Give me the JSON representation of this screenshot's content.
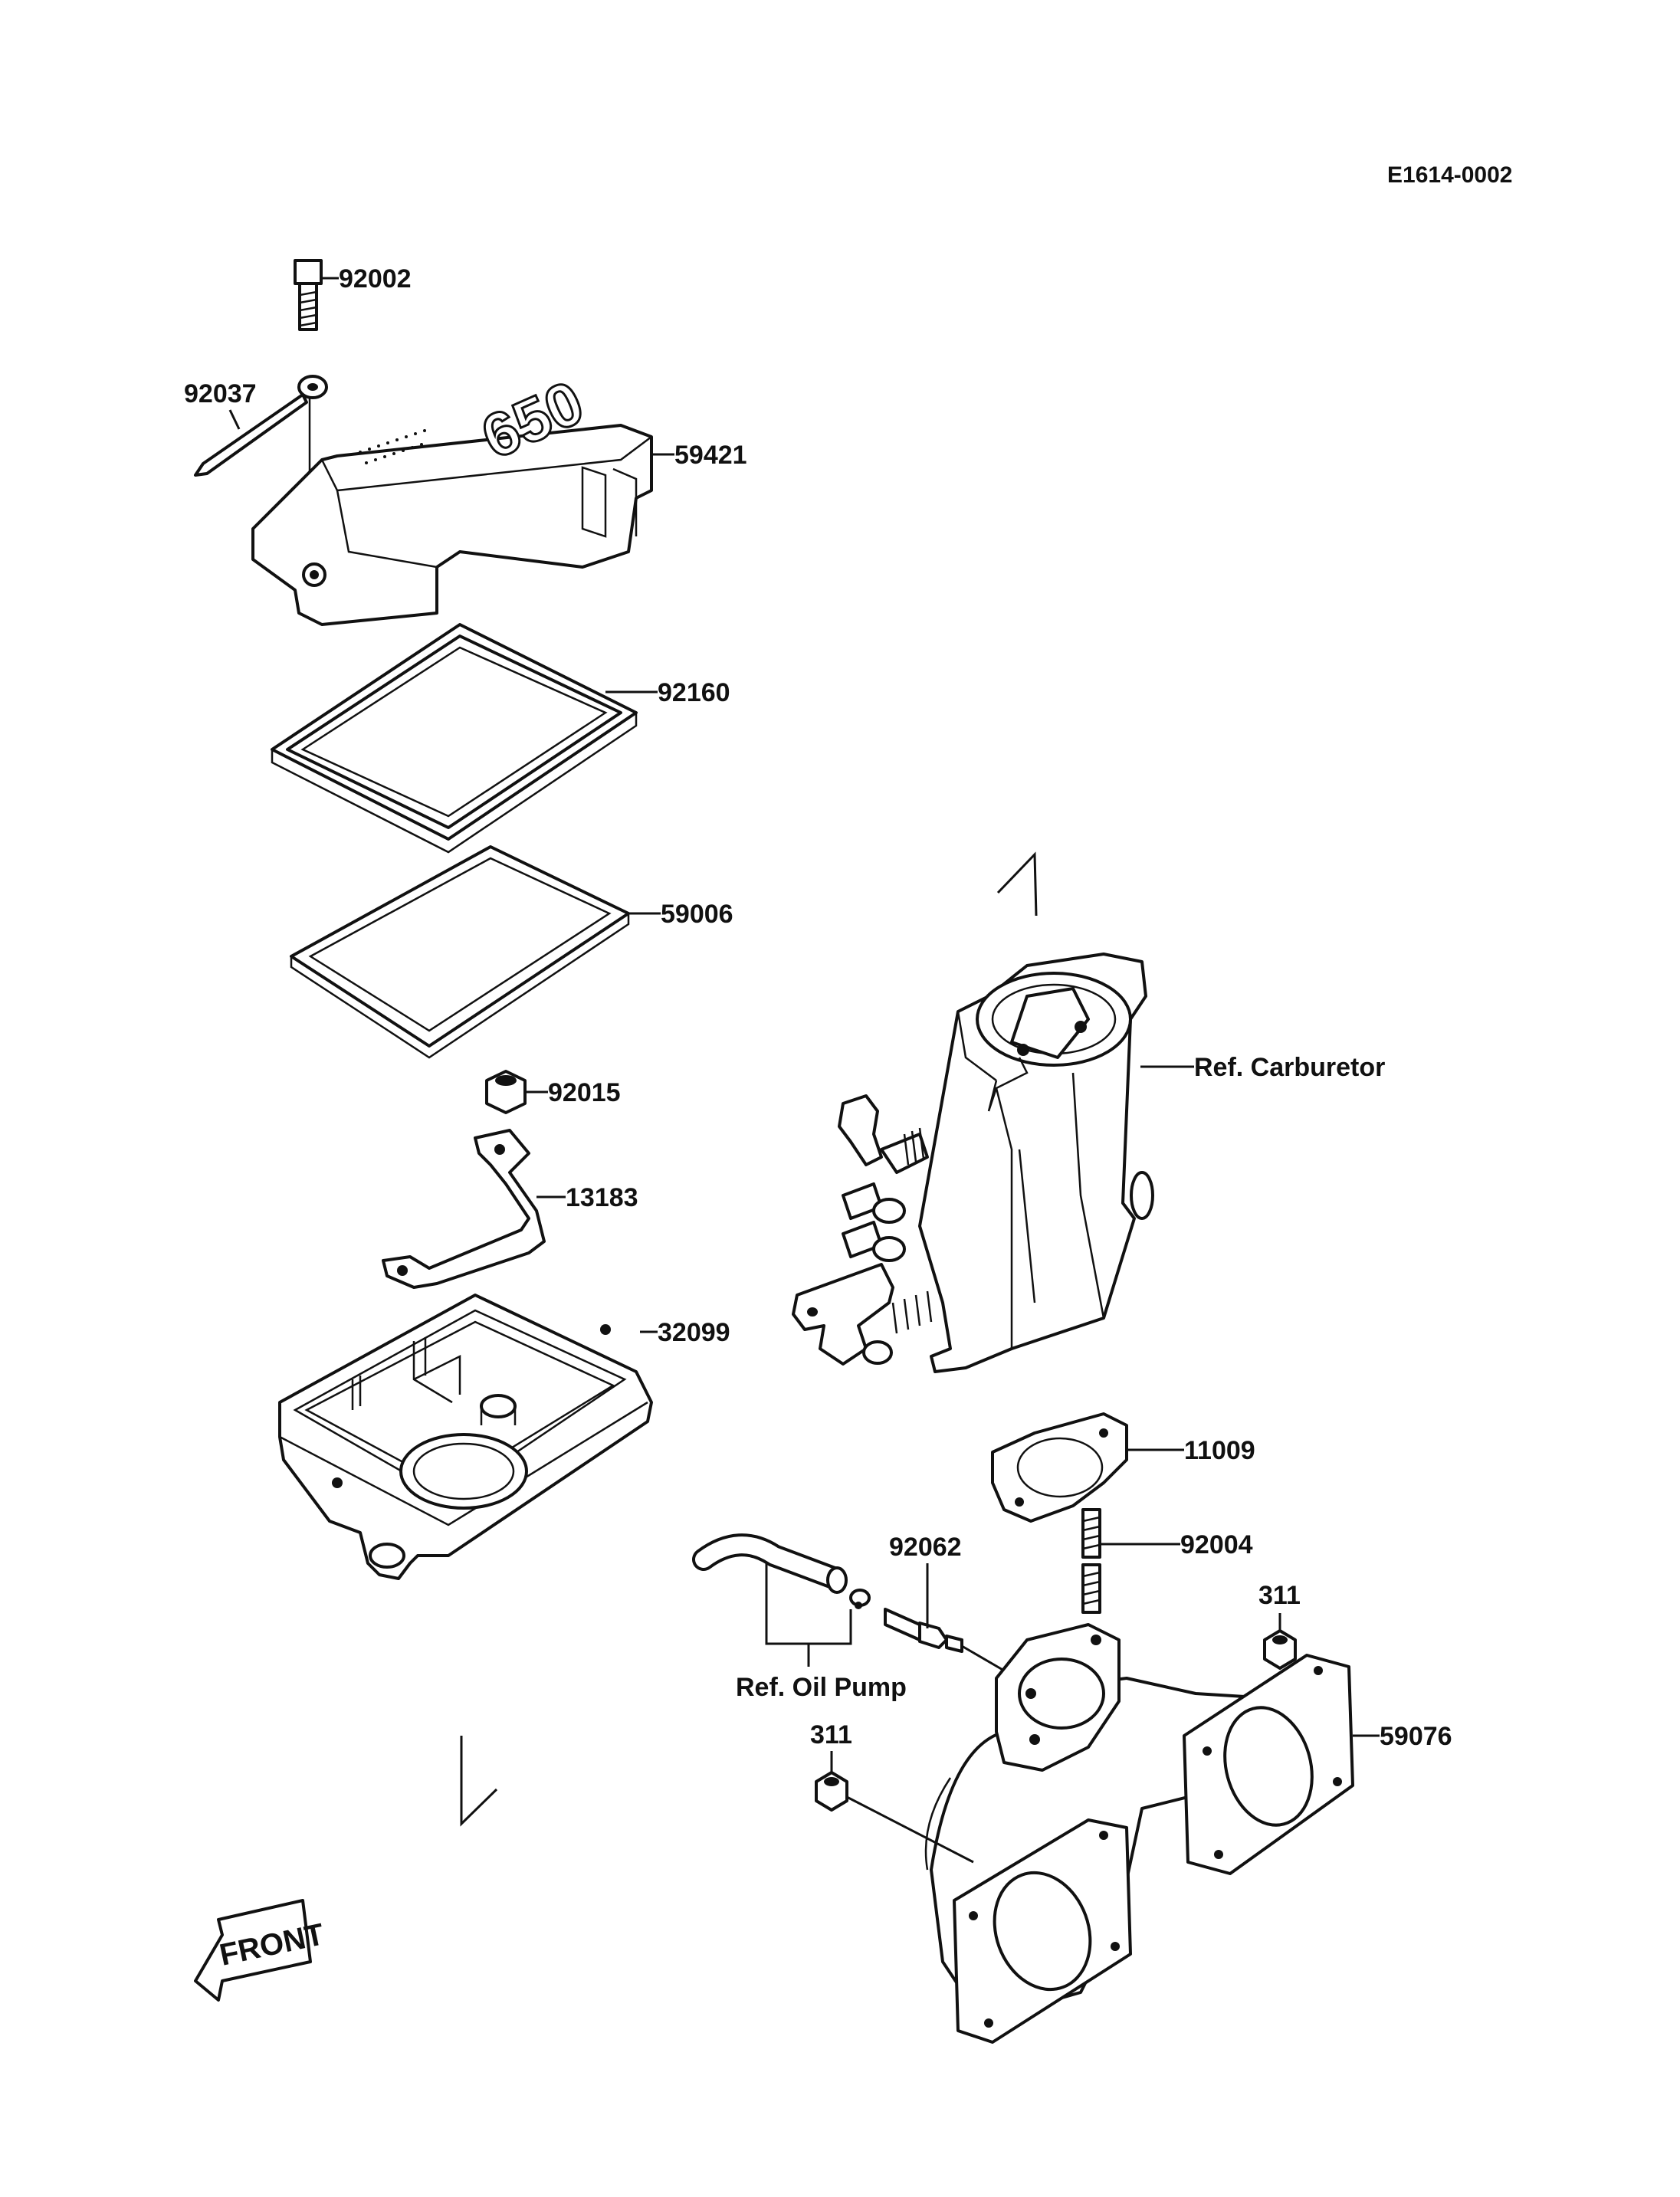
{
  "diagram_code": "E1614-0002",
  "labels": {
    "p92002": "92002",
    "p92037": "92037",
    "p59421": "59421",
    "p92160": "92160",
    "p59006": "59006",
    "p92015": "92015",
    "p13183": "13183",
    "p32099": "32099",
    "ref_carburetor": "Ref. Carburetor",
    "p11009": "11009",
    "p92062": "92062",
    "p92004": "92004",
    "p311_a": "311",
    "p311_b": "311",
    "p59076": "59076",
    "ref_oil_pump": "Ref. Oil Pump"
  },
  "cover_logo": "650",
  "front_arrow": "FRONT"
}
